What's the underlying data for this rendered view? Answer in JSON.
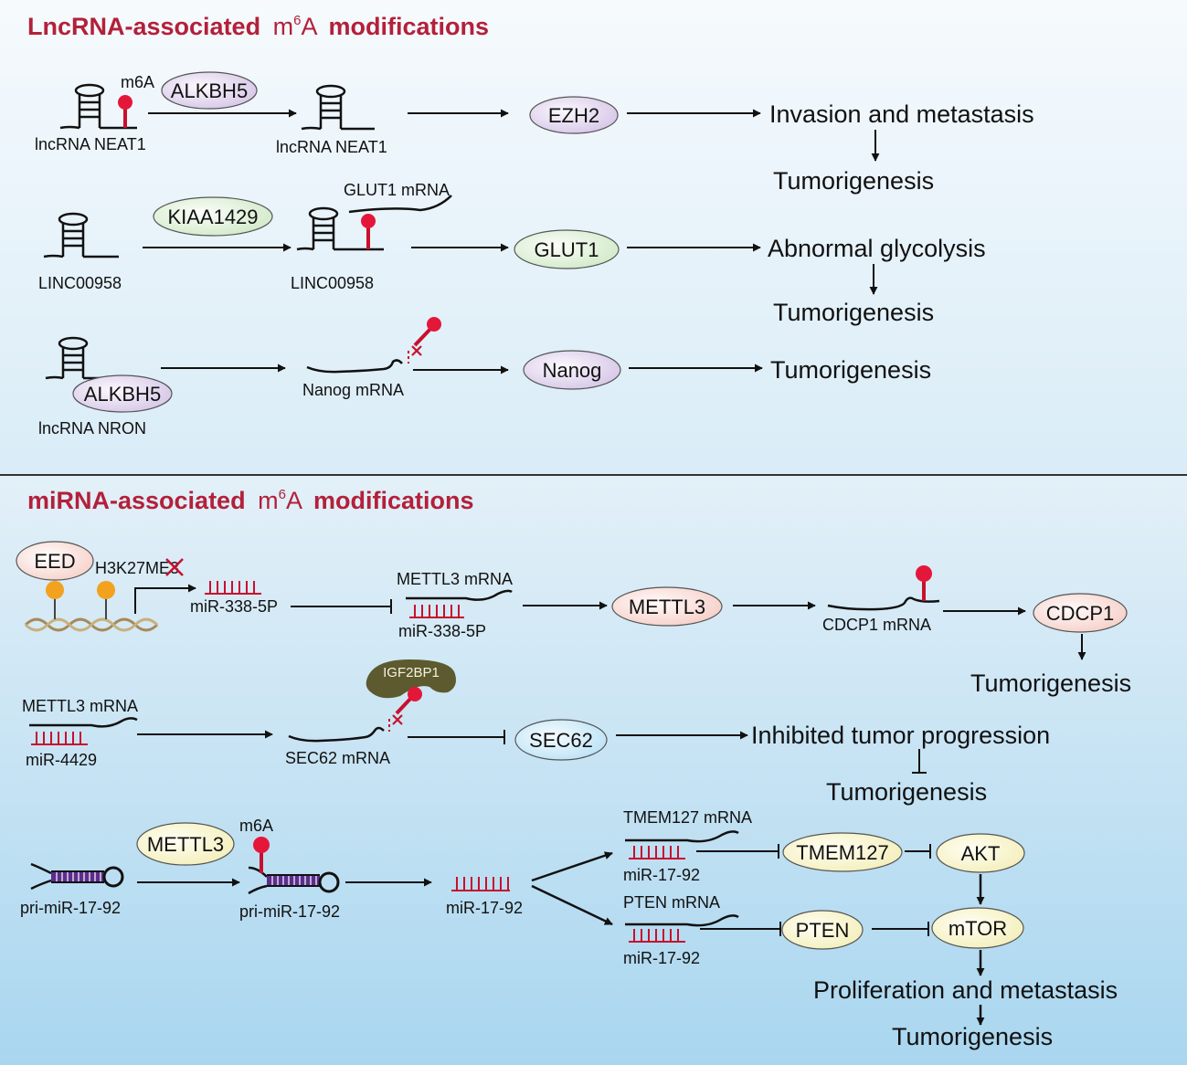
{
  "sections": {
    "lnc_title_a": "LncRNA-associated",
    "lnc_title_m": "m",
    "lnc_title_sup": "6",
    "lnc_title_b": "A",
    "lnc_title_c": "modifications",
    "mi_title_a": "miRNA-associated",
    "mi_title_m": "m",
    "mi_title_sup": "6",
    "mi_title_b": "A",
    "mi_title_c": "modifications"
  },
  "lnc": {
    "row1": {
      "m6a": "m6A",
      "enzyme": "ALKBH5",
      "rna_left": "lncRNA NEAT1",
      "rna_right": "lncRNA NEAT1",
      "target": "EZH2",
      "outcome": "Invasion and metastasis",
      "final": "Tumorigenesis"
    },
    "row2": {
      "enzyme": "KIAA1429",
      "rna_left": "LINC00958",
      "rna_right": "LINC00958",
      "mrna": "GLUT1 mRNA",
      "target": "GLUT1",
      "outcome": "Abnormal glycolysis",
      "final": "Tumorigenesis"
    },
    "row3": {
      "enzyme": "ALKBH5",
      "rna": "lncRNA NRON",
      "mrna": "Nanog mRNA",
      "target": "Nanog",
      "final": "Tumorigenesis"
    }
  },
  "mi": {
    "row1": {
      "eed": "EED",
      "mark": "H3K27ME3",
      "mir": "miR-338-5P",
      "mrna": "METTL3 mRNA",
      "mir2": "miR-338-5P",
      "target": "METTL3",
      "mrna2": "CDCP1 mRNA",
      "target2": "CDCP1",
      "final": "Tumorigenesis"
    },
    "row2": {
      "mrna": "METTL3 mRNA",
      "mir": "miR-4429",
      "reader": "IGF2BP1",
      "mrna2": "SEC62 mRNA",
      "target": "SEC62",
      "outcome": "Inhibited tumor progression",
      "final": "Tumorigenesis"
    },
    "row3": {
      "pri_left": "pri-miR-17-92",
      "enzyme": "METTL3",
      "m6a": "m6A",
      "pri_right": "pri-miR-17-92",
      "mature": "miR-17-92",
      "tmem_mrna": "TMEM127 mRNA",
      "mir_a": "miR-17-92",
      "pten_mrna": "PTEN mRNA",
      "mir_b": "miR-17-92",
      "tmem": "TMEM127",
      "akt": "AKT",
      "pten": "PTEN",
      "mtor": "mTOR",
      "outcome": "Proliferation and metastasis",
      "final": "Tumorigenesis"
    }
  },
  "colors": {
    "title_red": "#b3203a",
    "purple_oval": "#e6dcf0",
    "green_oval": "#e2f2dc",
    "pink_oval": "#fbe6e2",
    "blue_oval": "#d7effa",
    "yellow_oval": "#fbf8d8",
    "reader_olive": "#5c5a2e"
  }
}
